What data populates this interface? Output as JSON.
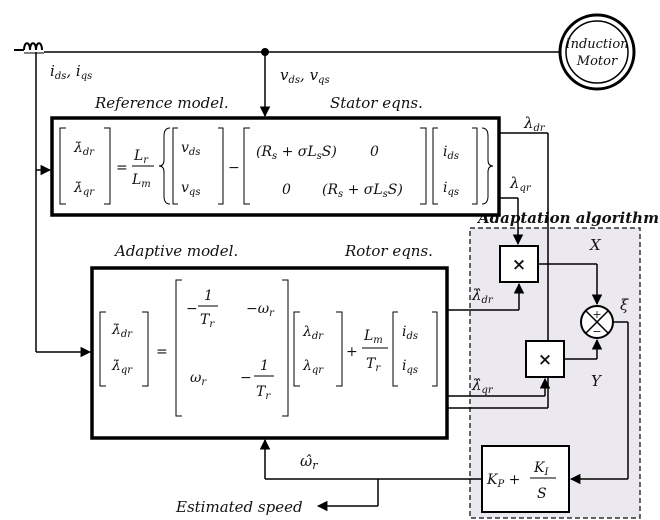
{
  "motor": {
    "label_line1": "Induction",
    "label_line2": "Motor"
  },
  "signals": {
    "currents": "i_ds , i_qs",
    "voltages": "v_ds , v_qs",
    "lambda_dr": "λ_dr",
    "lambda_qr": "λ_qr",
    "lambda_hat_dr": "λ̂_dr",
    "lambda_hat_qr": "λ̂_qr",
    "omega_hat": "ω̂_r",
    "X": "X",
    "Y": "Y",
    "xi": "ξ",
    "plus": "+",
    "minus": "−",
    "times": "×"
  },
  "labels": {
    "reference_model": "Reference model.",
    "stator_eqns": "Stator eqns.",
    "adaptive_model": "Adaptive  model.",
    "rotor_eqns": "Rotor eqns.",
    "adaptation_algorithm": "Adaptation algorithm",
    "estimated_speed": "Estimated speed"
  },
  "equations": {
    "reference": "[λ̇_dr ; λ̇_qr] = (L_r / L_m) { [v_ds ; v_qs] − [ (R_s + σL_sS) 0 ; 0 (R_s + σL_sS) ] [i_ds ; i_qs] }",
    "adaptive": "[λ̇_dr ; λ̇_qr] = [ −1/T_r  −ω_r ; ω_r  −1/T_r ] [λ_dr ; λ_qr] + (L_m/T_r) [i_ds ; i_qs]",
    "pi_controller": "K_P + K_I / S"
  },
  "colors": {
    "adaptation_bg": "#ece8ef",
    "line": "#000000"
  }
}
